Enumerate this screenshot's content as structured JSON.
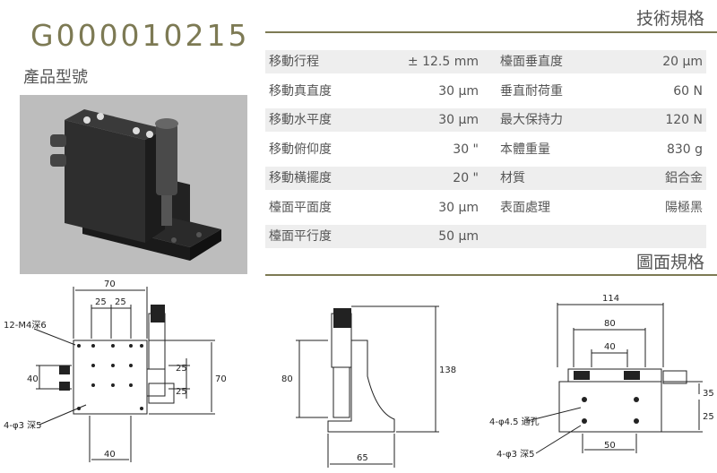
{
  "header": {
    "model_code": "G000010215",
    "model_label": "產品型號",
    "spec_title": "技術規格",
    "drawing_title": "圖面規格"
  },
  "specs": [
    {
      "name": "移動行程",
      "value": "± 12.5 mm",
      "name2": "檯面垂直度",
      "value2": "20 μm"
    },
    {
      "name": "移動真直度",
      "value": "30 μm",
      "name2": "垂直耐荷重",
      "value2": "60 N"
    },
    {
      "name": "移動水平度",
      "value": "30 μm",
      "name2": "最大保持力",
      "value2": "120 N"
    },
    {
      "name": "移動俯仰度",
      "value": "30 \"",
      "name2": "本體重量",
      "value2": "830 g"
    },
    {
      "name": "移動橫擺度",
      "value": "20 \"",
      "name2": "材質",
      "value2": "鋁合金"
    },
    {
      "name": "檯面平面度",
      "value": "30 μm",
      "name2": "表面處理",
      "value2": "陽極黑"
    },
    {
      "name": "檯面平行度",
      "value": "50 μm",
      "name2": "",
      "value2": ""
    }
  ],
  "drawings": {
    "front": {
      "dim_top": "70",
      "dim_25a": "25",
      "dim_25b": "25",
      "holes_top": "12-M4深6",
      "dim_left": "40",
      "dim_r25a": "25",
      "dim_r25b": "25",
      "dim_r70": "70",
      "holes_bottom": "4-φ3 深5",
      "dim_bottom": "40"
    },
    "side": {
      "dim_height": "138",
      "dim_left": "80",
      "dim_bottom": "65"
    },
    "base": {
      "dim_114": "114",
      "dim_80": "80",
      "dim_40": "40",
      "dim_35": "35",
      "dim_25": "25",
      "holes_a": "4-φ4.5 通孔",
      "holes_b": "4-φ3 深5",
      "dim_50": "50"
    }
  }
}
